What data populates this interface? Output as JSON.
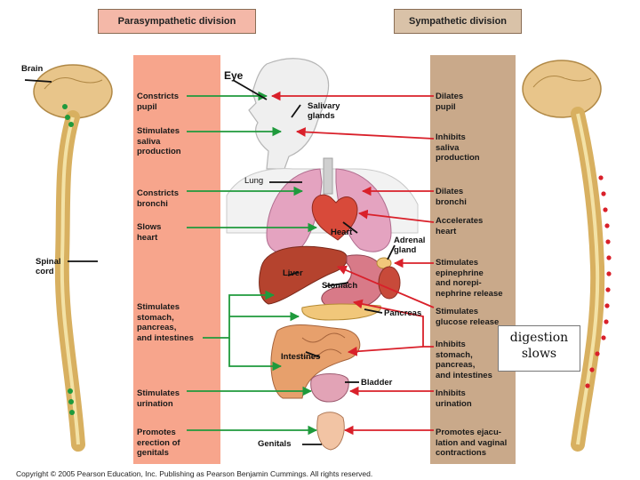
{
  "headers": {
    "parasympathetic": "Parasympathetic division",
    "sympathetic": "Sympathetic division"
  },
  "left_labels": [
    {
      "text": "Constricts\npupil"
    },
    {
      "text": "Stimulates\nsaliva\nproduction"
    },
    {
      "text": "Constricts\nbronchi"
    },
    {
      "text": "Slows\nheart"
    },
    {
      "text": "Stimulates\nstomach,\npancreas,\nand intestines"
    },
    {
      "text": "Stimulates\nurination"
    },
    {
      "text": "Promotes\nerection of\ngenitals"
    }
  ],
  "right_labels": [
    {
      "text": "Dilates\npupil"
    },
    {
      "text": "Inhibits\nsaliva\nproduction"
    },
    {
      "text": "Dilates\nbronchi"
    },
    {
      "text": "Accelerates\nheart"
    },
    {
      "text": "Stimulates\nepinephrine\nand norepi-\nnephrine release"
    },
    {
      "text": "Stimulates\nglucose release"
    },
    {
      "text": "Inhibits\nstomach,\npancreas,\nand intestines"
    },
    {
      "text": "Inhibits\nurination"
    },
    {
      "text": "Promotes ejacu-\nlation and vaginal\ncontractions"
    }
  ],
  "organs": {
    "eye": "Eye",
    "salivary": "Salivary\nglands",
    "lung": "Lung",
    "heart": "Heart",
    "adrenal": "Adrenal\ngland",
    "liver": "Liver",
    "stomach": "Stomach",
    "pancreas": "Pancreas",
    "intestines": "Intestines",
    "bladder": "Bladder",
    "genitals": "Genitals",
    "brain": "Brain",
    "spinal": "Spinal\ncord"
  },
  "annotation": "digestion\nslows",
  "copyright": "Copyright © 2005 Pearson Education, Inc. Publishing as Pearson Benjamin Cummings. All rights reserved.",
  "colors": {
    "para_header": "#f4b8a8",
    "para_column": "#f7a58c",
    "symp_header": "#d9c2a8",
    "symp_column": "#c9a98a",
    "para_arrow": "#1f9a3c",
    "symp_arrow": "#d9202a",
    "spine": "#d8b060"
  }
}
